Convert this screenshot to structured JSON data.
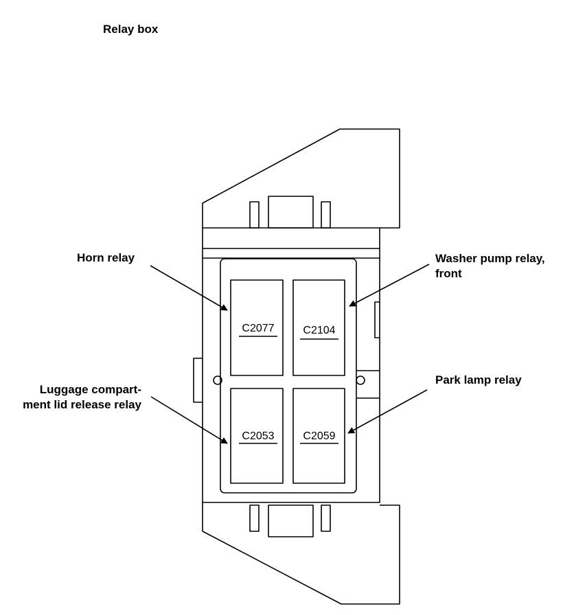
{
  "title": "Relay box",
  "callouts": {
    "horn": [
      "Horn relay"
    ],
    "washer": [
      "Washer pump relay,",
      "front"
    ],
    "luggage": [
      "Luggage compart-",
      "ment lid release relay"
    ],
    "park": [
      "Park lamp relay"
    ]
  },
  "relays": {
    "top_left": "C2077",
    "top_right": "C2104",
    "bottom_left": "C2053",
    "bottom_right": "C2059"
  },
  "colors": {
    "line": "#000000",
    "background": "#ffffff"
  }
}
